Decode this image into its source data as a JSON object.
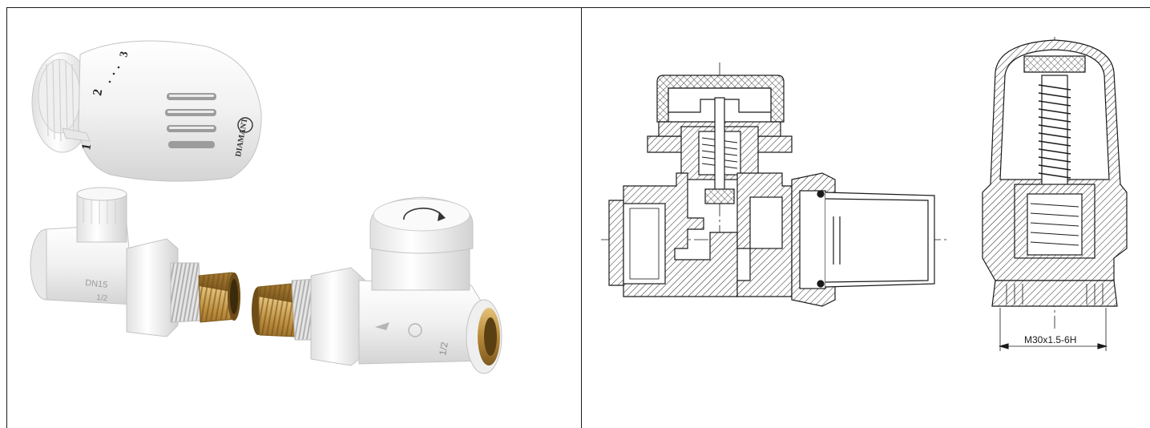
{
  "photo": {
    "dial_marks": [
      "1",
      "2",
      "3"
    ],
    "brand_text": "DIAMANT",
    "valve_markings": [
      "DN15",
      "1/2"
    ],
    "outlet_marking": "1/2"
  },
  "drawing": {
    "thread_label": "M30x1.5-6H"
  },
  "colors": {
    "line": "#1a1a1a",
    "hatch": "#333333",
    "white_body": "#f4f4f4",
    "brass": "#b8893a"
  }
}
